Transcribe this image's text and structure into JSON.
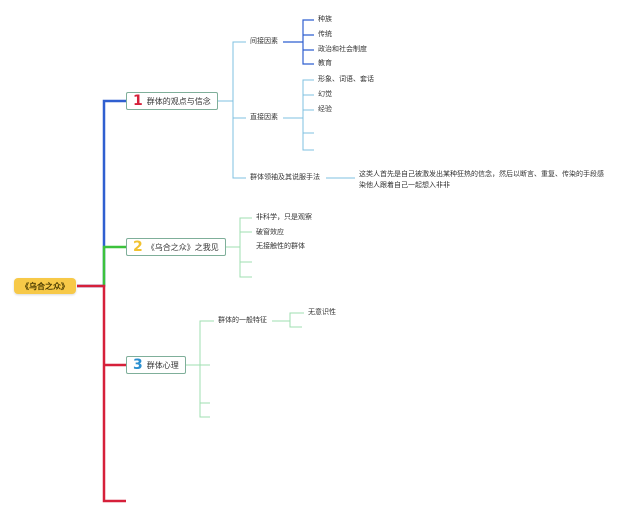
{
  "root": "《乌合之众》",
  "colors": {
    "root_bg": "#f7c948",
    "branch1": "#2f5fd0",
    "branch2": "#3cc23c",
    "branch3": "#d6203a",
    "num1": "#d6203a",
    "num2": "#f2c230",
    "num3": "#2a8fd0",
    "sub_line": "#7fc0e0",
    "sub_line2": "#9fdfb0"
  },
  "topics": [
    {
      "num": "1",
      "label": "群体的观点与信念",
      "subs": [
        {
          "label": "间接因素",
          "items": [
            "种族",
            "传统",
            "政治和社会制度",
            "教育"
          ]
        },
        {
          "label": "直接因素",
          "items": [
            "形象、词语、套话",
            "幻觉",
            "经验",
            "",
            ""
          ]
        },
        {
          "label": "群体领袖及其说服手法",
          "note": "这类人首先是自己被激发出某种狂热的信念，然后以断言、重复、传染的手段感染他人跟着自己一起想入非非"
        }
      ]
    },
    {
      "num": "2",
      "label": "《乌合之众》之我见",
      "items": [
        "非科学，只是观察",
        "破窗效应",
        "无接触性的群体",
        "",
        ""
      ]
    },
    {
      "num": "3",
      "label": "群体心理",
      "subs": [
        {
          "label": "群体的一般特征",
          "items": [
            "无意识性",
            ""
          ]
        }
      ]
    }
  ]
}
